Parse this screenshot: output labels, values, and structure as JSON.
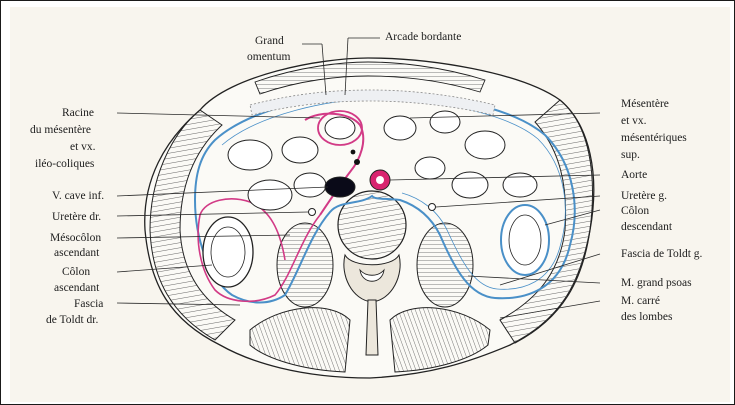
{
  "figure": {
    "labels": {
      "grand_omentum": [
        "Grand",
        "omentum"
      ],
      "arcade_bordante": "Arcade bordante",
      "racine_mesentere": [
        "Racine",
        "du mésentère",
        "et vx.",
        "iléo-coliques"
      ],
      "mesentere_vx": [
        "Mésentère",
        "et vx.",
        "mésentériques",
        "sup."
      ],
      "aorte": "Aorte",
      "v_cave_inf": "V. cave inf.",
      "uretere_dr": "Uretère dr.",
      "uretere_g": "Uretère g.",
      "mesocolon_ascendant": [
        "Mésocôlon",
        "ascendant"
      ],
      "colon_descendant": [
        "Côlon",
        "descendant"
      ],
      "colon_ascendant": [
        "Côlon",
        "ascendant"
      ],
      "fascia_toldt_g": "Fascia de Toldt g.",
      "fascia_toldt_dr": [
        "Fascia",
        "de Toldt dr."
      ],
      "m_grand_psoas": "M. grand psoas",
      "m_carre_lombes": [
        "M. carré",
        "des lombes"
      ]
    },
    "colors": {
      "peritoneum_blue": "#4a90c8",
      "mesentery_pink": "#d23a86",
      "aorta_fill": "#d8246f",
      "vena_cava_fill": "#0a0a18",
      "outline": "#222222"
    }
  }
}
